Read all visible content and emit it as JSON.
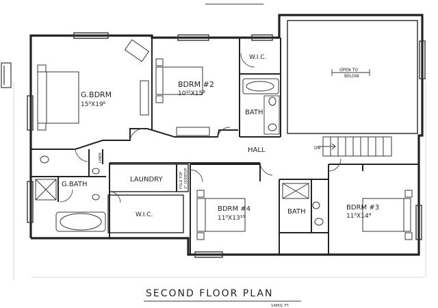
{
  "rooms": {
    "gbdrm": {
      "name": "G.BDRM",
      "size": "15⁰X19⁶"
    },
    "bdrm2": {
      "name": "BDRM #2",
      "size": "10¹⁰X15⁸"
    },
    "wic_top": {
      "name": "W.I.C."
    },
    "bath_top": {
      "name": "BATH"
    },
    "open_below": {
      "line1": "OPEN TO",
      "line2": "BELOW"
    },
    "hall": {
      "name": "HALL"
    },
    "dn": {
      "name": "DN"
    },
    "linen": {
      "name": "LINEN"
    },
    "gbath": {
      "name": "G.BATH"
    },
    "laundry": {
      "name": "LAUNDRY"
    },
    "fold_top": {
      "line1": "FOLD TOP",
      "line2": "2\" OVERTOP"
    },
    "wic_bottom": {
      "name": "W.I.C."
    },
    "bdrm4": {
      "name": "BDRM #4",
      "size": "11⁰X13¹⁰"
    },
    "bath_mid": {
      "name": "BATH"
    },
    "bdrm3": {
      "name": "BDRM #3",
      "size": "11⁰X14⁴"
    }
  },
  "footer": {
    "title": "SECOND FLOOR PLAN",
    "sqft": "1485Q. FT."
  }
}
